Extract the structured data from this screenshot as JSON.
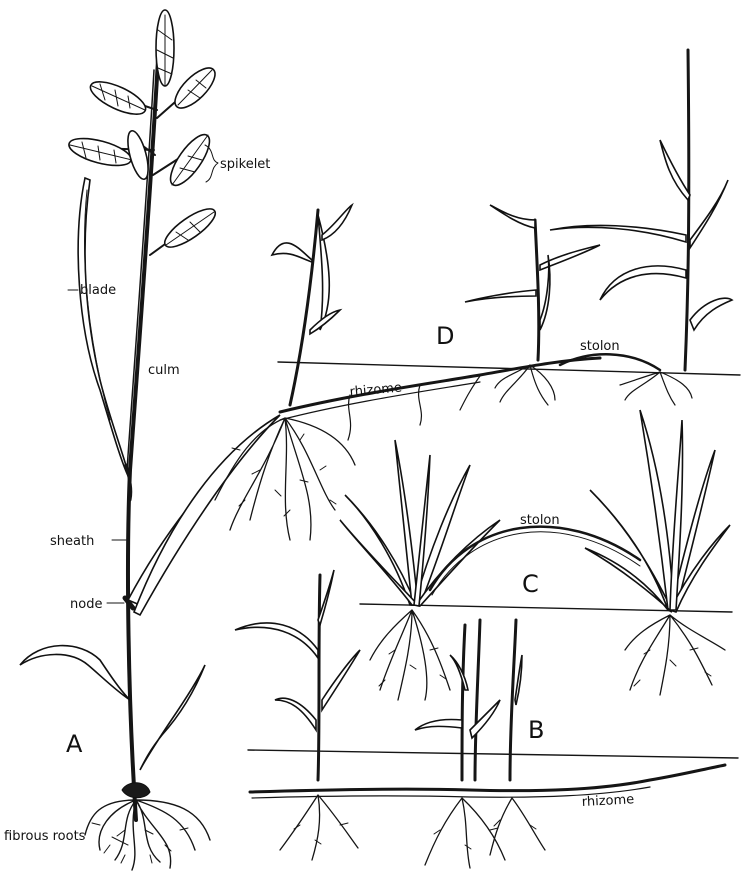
{
  "labels": {
    "spikelet": "spikelet",
    "blade": "blade",
    "culm": "culm",
    "sheath": "sheath",
    "node": "node",
    "fibrous_roots": "fibrous roots",
    "rhizome_d": "rhizome",
    "stolon_d": "stolon",
    "stolon_c": "stolon",
    "rhizome_b": "rhizome"
  },
  "panels": {
    "a": "A",
    "b": "B",
    "c": "C",
    "d": "D"
  }
}
